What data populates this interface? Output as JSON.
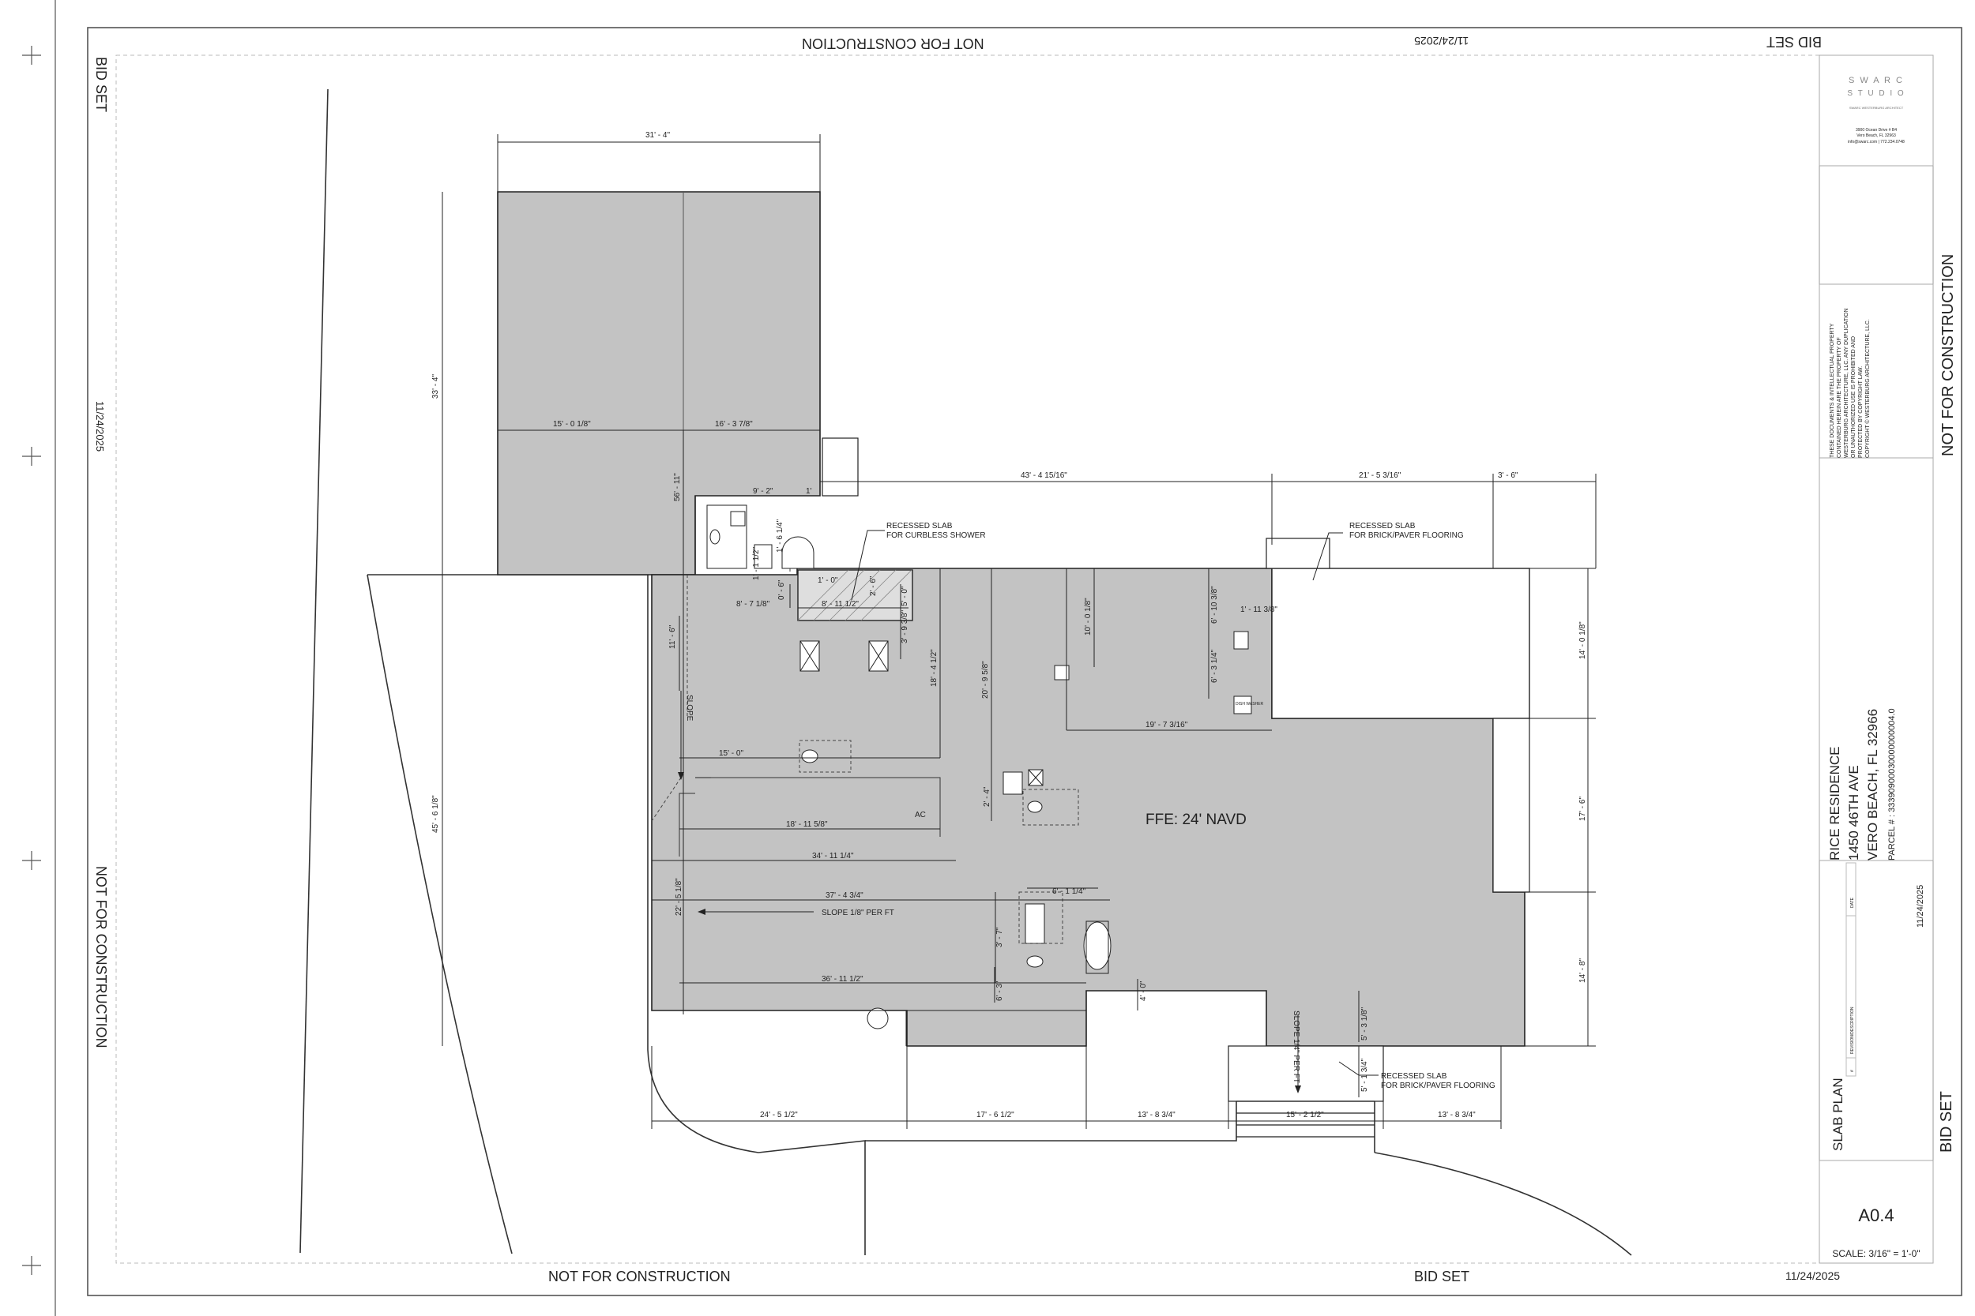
{
  "stamps": {
    "top_not_for_construction": "NOT FOR CONSTRUCTION",
    "top_date": "11/24/2025",
    "top_bid_set": "BID SET",
    "left_bid_set": "BID SET",
    "left_date": "11/24/2025",
    "left_not_for_construction": "NOT FOR CONSTRUCTION",
    "bottom_not_for_construction": "NOT FOR CONSTRUCTION",
    "bottom_bid_set": "BID SET",
    "bottom_date": "11/24/2025",
    "right_not_for_construction": "NOT FOR CONSTRUCTION",
    "right_bid_set": "BID SET"
  },
  "title_block": {
    "firm_line1": "S W A R C",
    "firm_line2": "S T U D I O",
    "firm_tagline": "SWARC WESTERBURG ARCHITECT",
    "firm_address1": "3900 Ocean Drive # B4",
    "firm_address2": "Vero Beach, FL 32963",
    "firm_contact": "info@swarc.com | 772.234.0748",
    "copyright": [
      "THESE DOCUMENTS & INTELLECTUAL PROPERTY",
      "CONTAINED HEREIN ARE THE PROPERTY OF",
      "WESTERBURG ARCHITECTURE, LLC. ANY DUPLICATION",
      "OR UNAUTHORIZED USE IS PROHIBITED AND",
      "PROTECTED BY COPYRIGHT LAW.",
      "COPYRIGHT © WESTERBURG ARCHITECTURE, LLC."
    ],
    "project_name": "RICE RESIDENCE",
    "address_line1": "1450 46TH AVE",
    "address_line2": "VERO BEACH, FL 32966",
    "parcel": "PARCEL # :  33390900030000000004.0",
    "issue_date": "11/24/2025",
    "revision_header": "REVISION/DESCRIPTION",
    "revision_no": "#",
    "revision_date": "DATE",
    "sheet_title": "SLAB PLAN",
    "sheet_number": "A0.4",
    "scale": "SCALE:  3/16\" = 1'-0\""
  },
  "plan": {
    "ffe": "FFE: 24' NAVD",
    "ac": "AC",
    "slope_left": "SLOPE",
    "slope_eighth": "SLOPE 1/8\" PER FT",
    "slope_quarter": "SLOPE 1/4\" PER FT",
    "dish_label": "DISH WASHER",
    "notes": {
      "curbless_1": "RECESSED SLAB",
      "curbless_2": "FOR CURBLESS SHOWER",
      "brick_top_1": "RECESSED SLAB",
      "brick_top_2": "FOR BRICK/PAVER FLOORING",
      "brick_bottom_1": "RECESSED SLAB",
      "brick_bottom_2": "FOR BRICK/PAVER FLOORING"
    },
    "dims": {
      "d_31_4": "31' - 4\"",
      "d_33_4": "33' - 4\"",
      "d_15_0_1_8": "15' - 0 1/8\"",
      "d_16_3_7_8": "16' - 3 7/8\"",
      "d_56_11": "56' - 11\"",
      "d_9_2": "9' - 2\"",
      "d_1_9": "1'",
      "d_1_6_1_4": "1' - 6 1/4\"",
      "d_1_1_2": "1' - 1 1/2\"",
      "d_43_4_15_16": "43' - 4 15/16\"",
      "d_21_5_3_16": "21' - 5 3/16\"",
      "d_3_6": "3' - 6\"",
      "d_1_0": "1' - 0\"",
      "d_2_6": "2' - 6\"",
      "d_0_6": "0' - 6\"",
      "d_8_7_1_8": "8' - 7 1/8\"",
      "d_8_11_1_2": "8' - 11 1/2\"",
      "d_5_0": "5' - 0\"",
      "d_3_9_3_8": "3' - 9 3/8\"",
      "d_11_6": "11' - 6\"",
      "d_18_4_1_2": "18' - 4 1/2\"",
      "d_20_9_5_8": "20' - 9 5/8\"",
      "d_10_0_1_8": "10' - 0 1/8\"",
      "d_6_10_3_8": "6' - 10 3/8\"",
      "d_1_11_3_8": "1' - 11 3/8\"",
      "d_6_3_1_4": "6' - 3 1/4\"",
      "d_14_0_1_8": "14' - 0 1/8\"",
      "d_19_7_3_16": "19' - 7 3/16\"",
      "d_15_0": "15' - 0\"",
      "d_2_4": "2' - 4\"",
      "d_17_6": "17' - 6\"",
      "d_45_6_1_8": "45' - 6 1/8\"",
      "d_18_11_5_8": "18' - 11 5/8\"",
      "d_34_11_1_4": "34' - 11 1/4\"",
      "d_37_4_3_4": "37' - 4 3/4\"",
      "d_6_1_1_4": "6' - 1 1/4\"",
      "d_22_5_1_8": "22' - 5 1/8\"",
      "d_3_7": "3' - 7\"",
      "d_36_11_1_2": "36' - 11 1/2\"",
      "d_6_3": "6' - 3\"",
      "d_4_0": "4' - 0\"",
      "d_14_8": "14' - 8\"",
      "d_5_3_1_8": "5' - 3 1/8\"",
      "d_5_1_3_4": "5' - 1 3/4\"",
      "d_24_5_1_2": "24' - 5 1/2\"",
      "d_17_6_1_2": "17' - 6 1/2\"",
      "d_13_8_3_4a": "13' - 8 3/4\"",
      "d_15_2_1_2": "15' - 2 1/2\"",
      "d_13_8_3_4b": "13' - 8 3/4\""
    }
  }
}
